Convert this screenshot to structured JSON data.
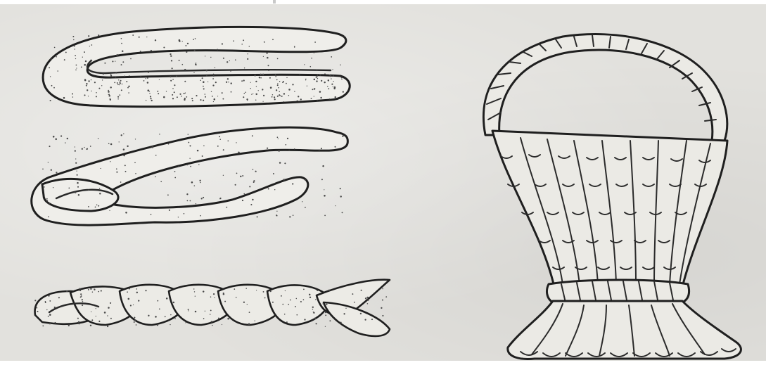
{
  "illustration": {
    "figures": [
      {
        "id": "folded-rope",
        "icon": "folded-dough-rope-icon"
      },
      {
        "id": "crossed-rope",
        "icon": "crossed-dough-rope-icon"
      },
      {
        "id": "twisted-rope",
        "icon": "twisted-dough-rope-icon"
      },
      {
        "id": "bread-basket",
        "icon": "braided-bread-basket-icon"
      }
    ],
    "colors": {
      "paper": "#e2e1dd",
      "ink": "#1f1f1f",
      "dough": "#efeeea"
    }
  }
}
